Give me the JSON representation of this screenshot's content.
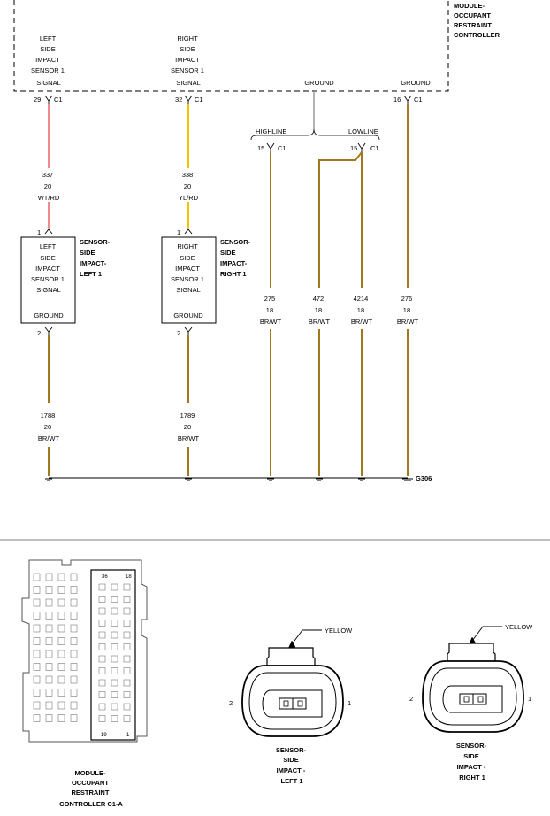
{
  "module": {
    "name_lines": [
      "MODULE-",
      "OCCUPANT",
      "RESTRAINT",
      "CONTROLLER"
    ],
    "pins": [
      {
        "label_lines": [
          "LEFT",
          "SIDE",
          "IMPACT",
          "SENSOR 1",
          "SIGNAL"
        ],
        "pin": "29",
        "conn": "C1"
      },
      {
        "label_lines": [
          "RIGHT",
          "SIDE",
          "IMPACT",
          "SENSOR 1",
          "SIGNAL"
        ],
        "pin": "32",
        "conn": "C1"
      },
      {
        "label_lines": [
          "GROUND"
        ],
        "pin": "",
        "conn": ""
      },
      {
        "label_lines": [
          "GROUND"
        ],
        "pin": "16",
        "conn": "C1"
      }
    ],
    "highline": {
      "label": "HIGHLINE",
      "pin": "15",
      "conn": "C1"
    },
    "lowline": {
      "label": "LOWLINE",
      "pin": "15",
      "conn": "C1"
    }
  },
  "wires_upper": [
    {
      "circuit": "337",
      "gauge": "20",
      "color": "WT/RD"
    },
    {
      "circuit": "338",
      "gauge": "20",
      "color": "YL/RD"
    }
  ],
  "wires_lower": [
    {
      "circuit": "275",
      "gauge": "18",
      "color": "BR/WT"
    },
    {
      "circuit": "472",
      "gauge": "18",
      "color": "BR/WT"
    },
    {
      "circuit": "4214",
      "gauge": "18",
      "color": "BR/WT"
    },
    {
      "circuit": "276",
      "gauge": "18",
      "color": "BR/WT"
    }
  ],
  "sensors": [
    {
      "top_pin": "1",
      "bottom_pin": "2",
      "label_lines": [
        "LEFT",
        "SIDE",
        "IMPACT",
        "SENSOR 1",
        "SIGNAL"
      ],
      "ground_label": "GROUND",
      "name_lines": [
        "SENSOR-",
        "SIDE",
        "IMPACT-",
        "LEFT 1"
      ],
      "ground_wire": {
        "circuit": "1788",
        "gauge": "20",
        "color": "BR/WT"
      }
    },
    {
      "top_pin": "1",
      "bottom_pin": "2",
      "label_lines": [
        "RIGHT",
        "SIDE",
        "IMPACT",
        "SENSOR 1",
        "SIGNAL"
      ],
      "ground_label": "GROUND",
      "name_lines": [
        "SENSOR-",
        "SIDE",
        "IMPACT-",
        "RIGHT 1"
      ],
      "ground_wire": {
        "circuit": "1789",
        "gauge": "20",
        "color": "BR/WT"
      }
    }
  ],
  "ground_point": "G306",
  "connector_views": {
    "module": {
      "pin_numbers": {
        "top_left": "36",
        "top_right": "18",
        "bottom_left": "19",
        "bottom_right": "1"
      },
      "name_lines": [
        "MODULE-",
        "OCCUPANT",
        "RESTRAINT",
        "CONTROLLER C1-A"
      ]
    },
    "left": {
      "color_label": "YELLOW",
      "pin_left": "2",
      "pin_right": "1",
      "name_lines": [
        "SENSOR-",
        "SIDE",
        "IMPACT -",
        "LEFT 1"
      ]
    },
    "right": {
      "color_label": "YELLOW",
      "pin_left": "2",
      "pin_right": "1",
      "name_lines": [
        "SENSOR-",
        "SIDE",
        "IMPACT -",
        "RIGHT 1"
      ]
    }
  },
  "colors": {
    "wire_white_red": "#f08a8a",
    "wire_yellow_red": "#f5c200",
    "wire_brown_white": "#a0781e",
    "line": "#000000",
    "separator": "#808080"
  }
}
